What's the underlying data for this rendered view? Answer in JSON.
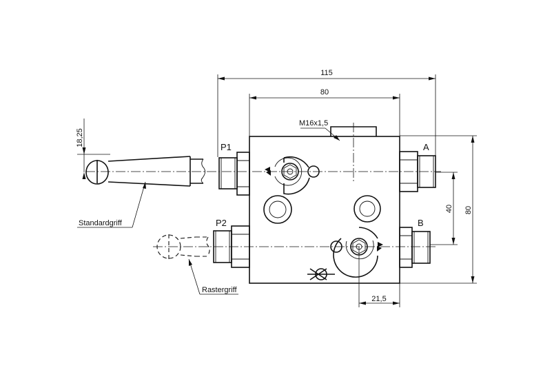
{
  "dimensions": {
    "overall_width": "115",
    "block_width": "80",
    "block_height": "80",
    "port_spacing": "40",
    "bottom_offset": "21,5",
    "handle_offset": "18,25"
  },
  "callouts": {
    "thread": "M16x1,5"
  },
  "ports": {
    "p1": "P1",
    "p2": "P2",
    "a": "A",
    "b": "B"
  },
  "handles": {
    "standard": "Standardgriff",
    "detent": "Rastergriff"
  }
}
